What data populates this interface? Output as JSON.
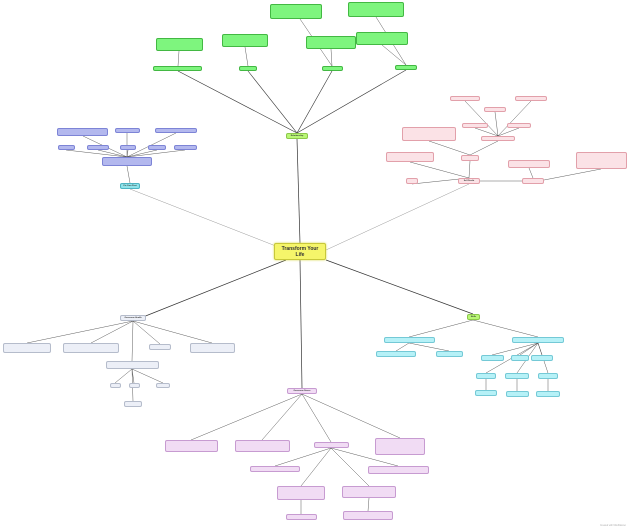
{
  "center": {
    "title": "Transform Your Life"
  },
  "relationships": {
    "label": "Relationship"
  },
  "fix_your_past": {
    "label": "Fix Your Past"
  },
  "self_doubt": {
    "label": "Self Doubt"
  },
  "skills": {
    "label": "Skills"
  },
  "overcome_health": {
    "label": "Overcome Health"
  },
  "overcome_stress": {
    "label": "Overcome Stress"
  },
  "credit": "Created with MindMeister"
}
